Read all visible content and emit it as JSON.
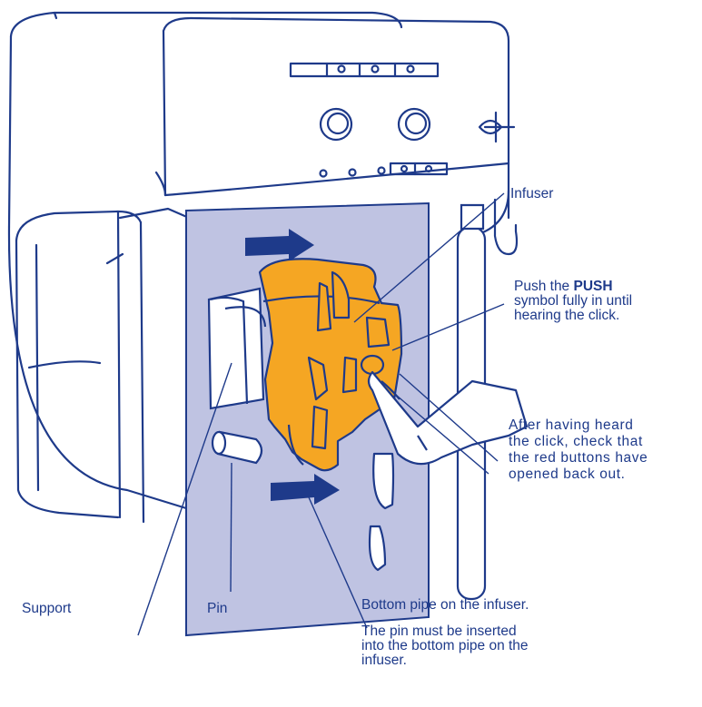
{
  "labels": {
    "infuser": "Infuser",
    "push_line1_pre": "Push the ",
    "push_line1_bold": "PUSH",
    "push_line2": "symbol fully in until",
    "push_line3": "hearing the click.",
    "after_line1": "After having heard",
    "after_line2": "the click, check that",
    "after_line3": "the red buttons have",
    "after_line4": "opened back out.",
    "support": "Support",
    "pin": "Pin",
    "bottom_pipe": "Bottom pipe on the infuser.",
    "pin_note_line1": "The pin must be inserted",
    "pin_note_line2": "into the bottom pipe on the",
    "pin_note_line3": "infuser."
  },
  "colors": {
    "outline": "#1e3a8a",
    "cavity": "#bfc3e2",
    "infuser": "#f5a623",
    "arrow": "#1e3a8a"
  },
  "icons": [
    "arrow-icon",
    "infuser-unit",
    "hand-icon",
    "pin-icon"
  ]
}
